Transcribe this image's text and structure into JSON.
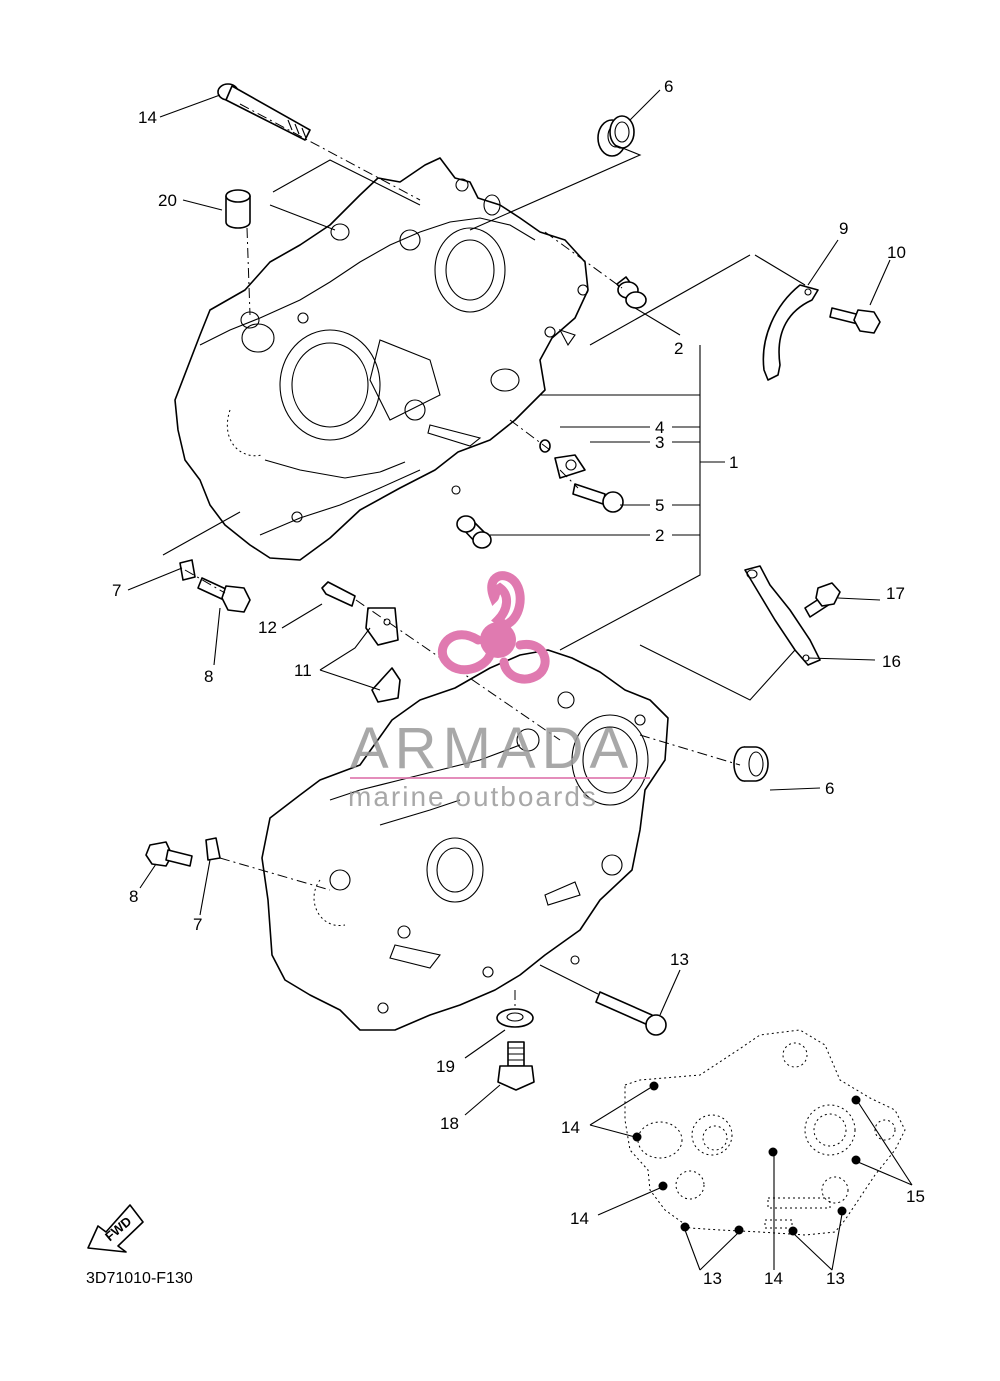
{
  "diagram_code": "3D71010-F130",
  "fwd_label": "FWD",
  "watermark": {
    "title": "ARMADA",
    "subtitle": "marine outboards",
    "accent_color": "#e07ab0",
    "text_color": "#9a9a9a"
  },
  "callouts": {
    "c1": "1",
    "c2a": "2",
    "c2b": "2",
    "c3": "3",
    "c4": "4",
    "c5": "5",
    "c6a": "6",
    "c6b": "6",
    "c7a": "7",
    "c7b": "7",
    "c8a": "8",
    "c8b": "8",
    "c9": "9",
    "c10": "10",
    "c11": "11",
    "c12": "12",
    "c13a": "13",
    "c14a": "14",
    "c16": "16",
    "c17": "17",
    "c18": "18",
    "c19": "19",
    "c20": "20",
    "c14b": "14",
    "c14c": "14",
    "c14d": "14",
    "c13b": "13",
    "c13c": "13",
    "c15": "15"
  }
}
